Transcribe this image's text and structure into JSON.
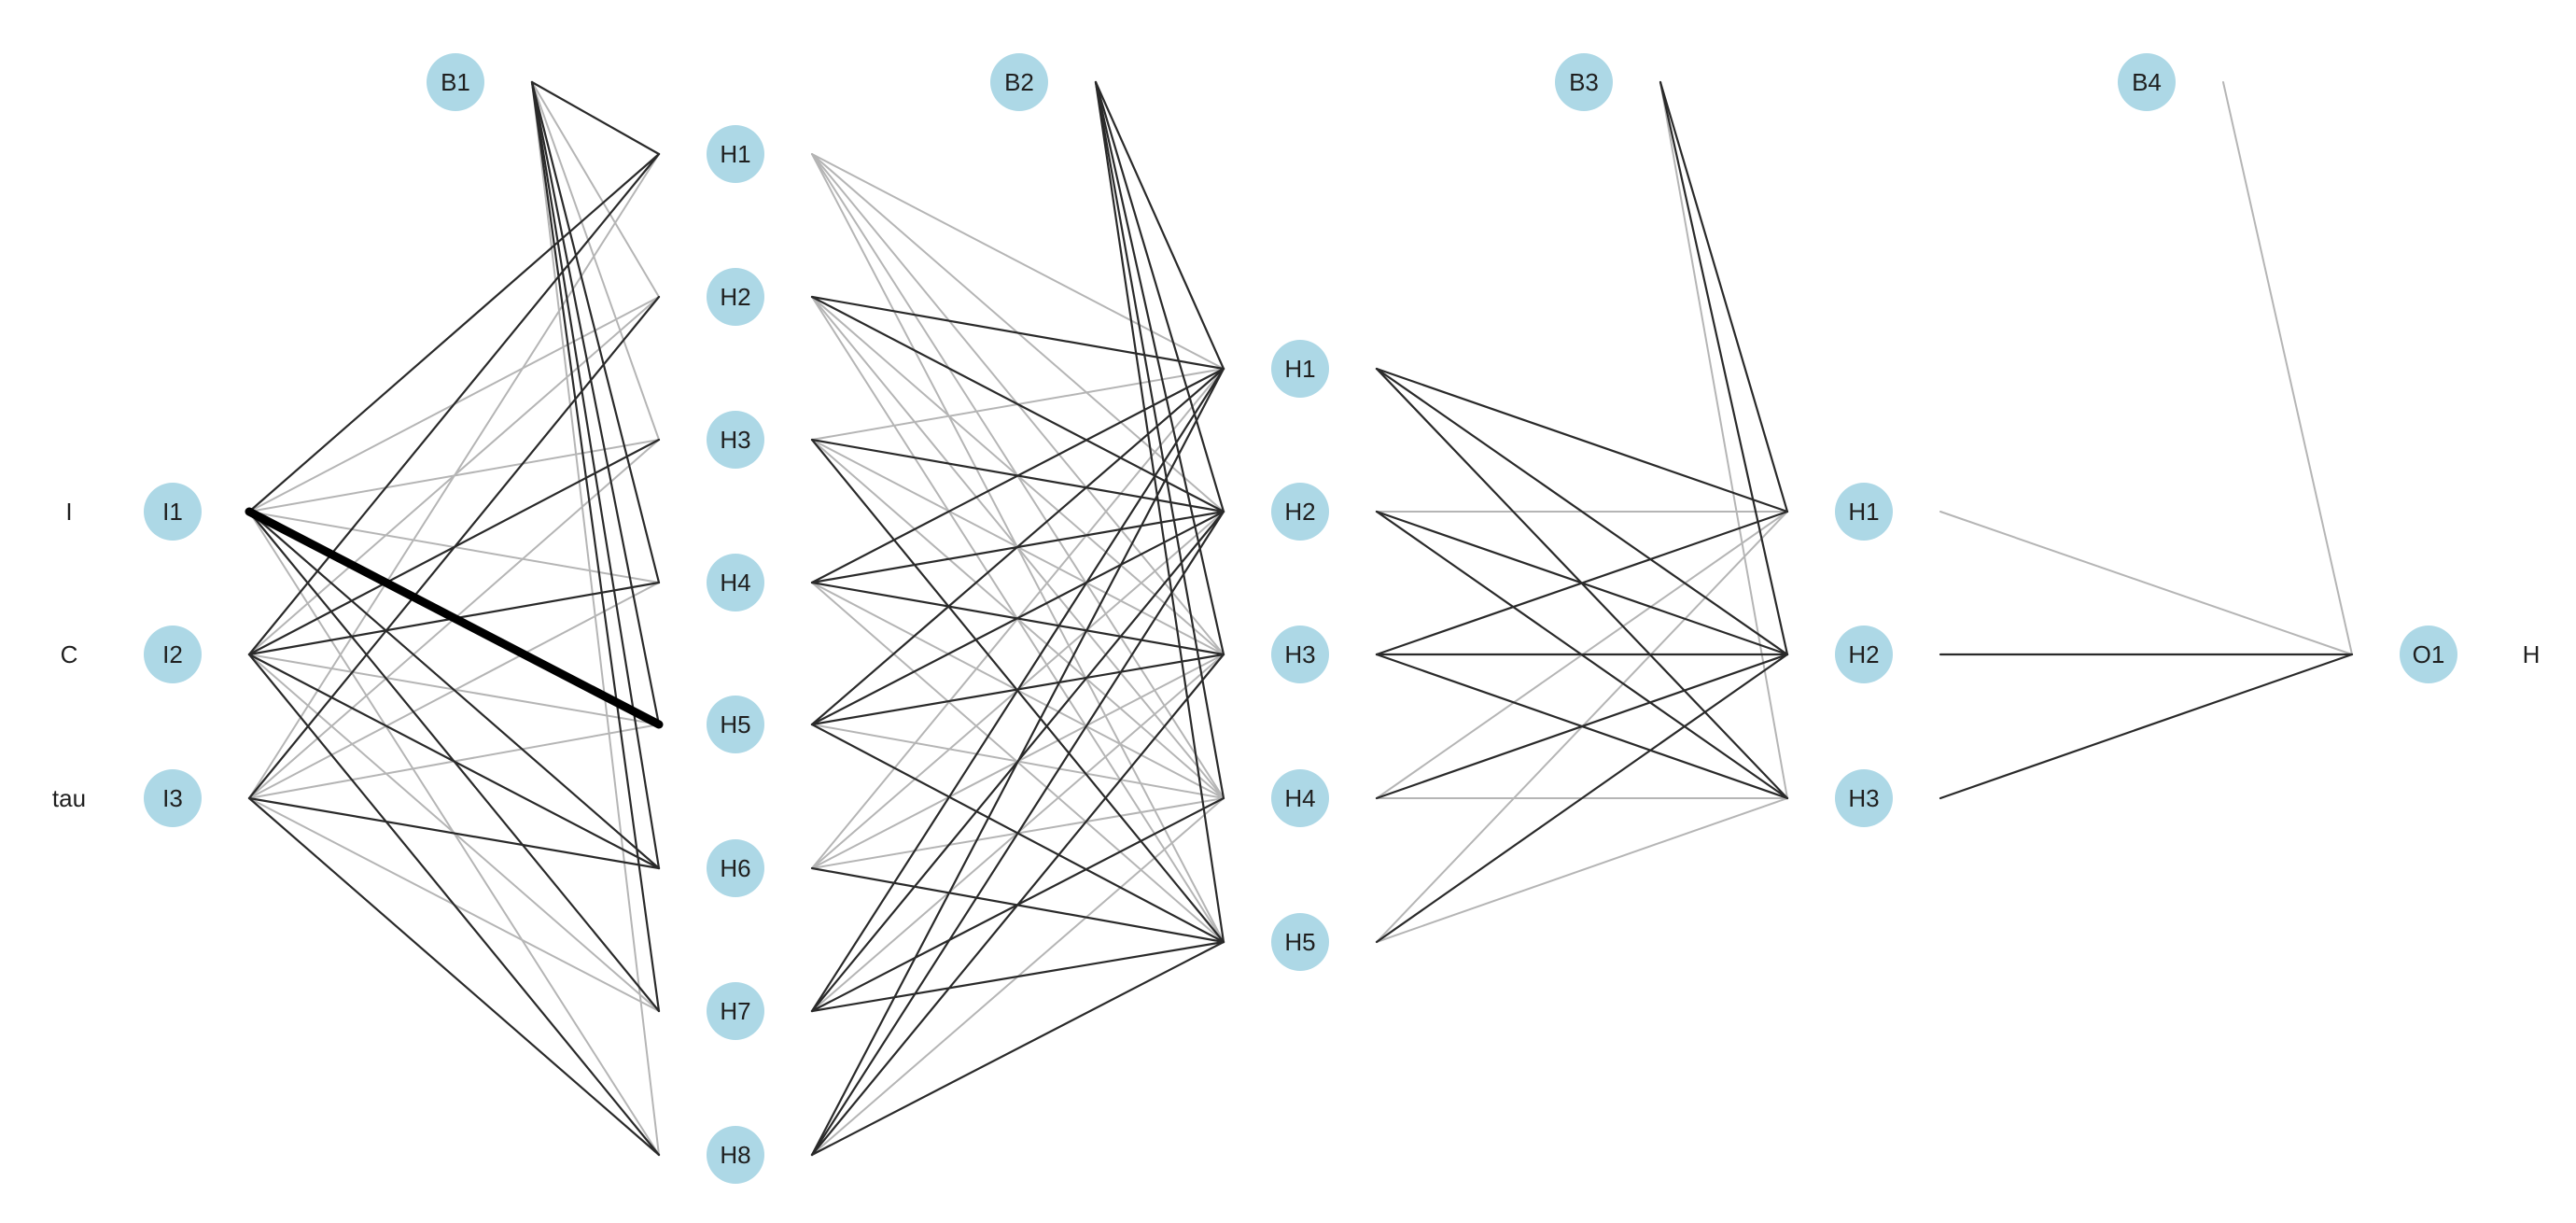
{
  "colors": {
    "background": "#ffffff",
    "node_fill": "#add8e6",
    "positive_edge": "#000000",
    "negative_edge": "#b5b5b5",
    "text": "#1f1f1f"
  },
  "input_labels": [
    "I",
    "C",
    "tau"
  ],
  "output_labels": [
    "H"
  ],
  "layers": [
    {
      "key": "L0",
      "nodes": [
        "I1",
        "I2",
        "I3"
      ]
    },
    {
      "key": "L1",
      "nodes": [
        "H1",
        "H2",
        "H3",
        "H4",
        "H5",
        "H6",
        "H7",
        "H8"
      ]
    },
    {
      "key": "L2",
      "nodes": [
        "H1",
        "H2",
        "H3",
        "H4",
        "H5"
      ]
    },
    {
      "key": "L3",
      "nodes": [
        "H1",
        "H2",
        "H3"
      ]
    },
    {
      "key": "L4",
      "nodes": [
        "O1"
      ]
    }
  ],
  "bias_nodes": [
    "B1",
    "B2",
    "B3",
    "B4"
  ]
}
